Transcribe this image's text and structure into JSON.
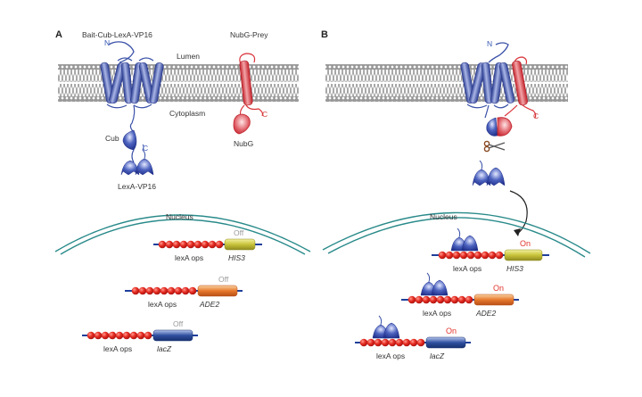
{
  "figure": {
    "description": "Split-ubiquitin membrane yeast two-hybrid system",
    "colors": {
      "bait": "#3b52a8",
      "prey": "#d9333a",
      "membrane": "#8f8f8f",
      "nuclear_envelope": "#2a8a8a",
      "operator_bead": "#e02a22",
      "dna": "#1f3f9a",
      "his3": "#c9c43a",
      "ade2": "#e07a28",
      "lacz": "#2f4f9f",
      "on": "#e2332b",
      "off": "#9a9a9a"
    },
    "panels": [
      {
        "id": "A",
        "label": "A",
        "bait_title": "Bait-Cub-LexA-VP16",
        "prey_title": "NubG-Prey",
        "lumen_label": "Lumen",
        "cytoplasm_label": "Cytoplasm",
        "cub_label": "Cub",
        "lexa_label": "LexA-VP16",
        "nubg_label": "NubG",
        "bait_n_terminus": "N",
        "bait_c_terminus": "C",
        "prey_c_terminus": "C",
        "nucleus_label": "Nucleus",
        "reporters": [
          {
            "operator_label": "lexA ops",
            "gene": "HIS3",
            "state": "Off"
          },
          {
            "operator_label": "lexA ops",
            "gene": "ADE2",
            "state": "Off"
          },
          {
            "operator_label": "lexA ops",
            "gene": "lacZ",
            "state": "Off"
          }
        ]
      },
      {
        "id": "B",
        "label": "B",
        "bait_n_terminus": "N",
        "prey_c_terminus": "C",
        "nucleus_label": "Nucleus",
        "reporters": [
          {
            "operator_label": "lexA ops",
            "gene": "HIS3",
            "state": "On"
          },
          {
            "operator_label": "lexA ops",
            "gene": "ADE2",
            "state": "On"
          },
          {
            "operator_label": "lexA ops",
            "gene": "lacZ",
            "state": "On"
          }
        ]
      }
    ]
  }
}
